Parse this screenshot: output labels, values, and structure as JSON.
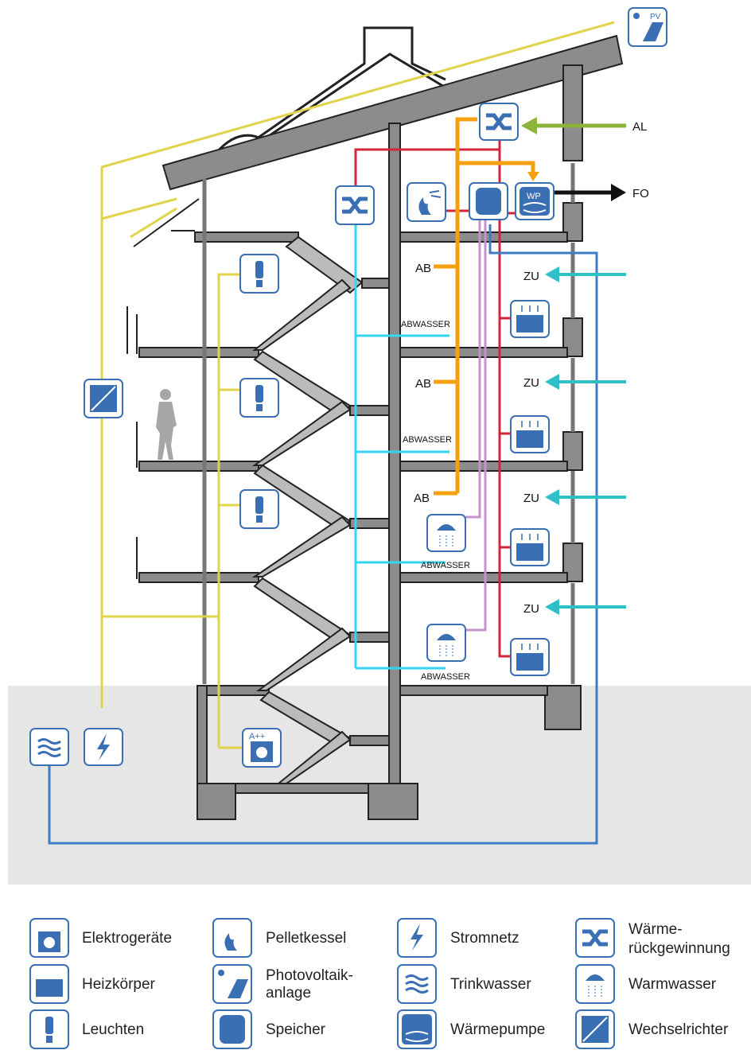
{
  "labels": {
    "al": "AL",
    "fo": "FO",
    "ab": "AB",
    "zu": "ZU",
    "abwasser": "ABWASSER"
  },
  "icons": {
    "pv": "PV",
    "wp": "WP",
    "appliance": "A++"
  },
  "legend": {
    "col1": [
      "Elektrogeräte",
      "Heizkörper",
      "Leuchten"
    ],
    "col2": [
      "Pelletkessel",
      "Photovoltaik-",
      "anlage",
      "Speicher"
    ],
    "col3": [
      "Stromnetz",
      "Trinkwasser",
      "Wärmepumpe"
    ],
    "col4": [
      "Wärme-",
      "rückgewinnung",
      "Warmwasser",
      "Wechselrichter"
    ]
  },
  "colors": {
    "electric": "#e0d44a",
    "hot_water_supply": "#d2243a",
    "exhaust": "#f6a010",
    "supply_air": "#2fbfc6",
    "outside_air": "#8ab43a",
    "drinking_water": "#3f7cc4",
    "warm_water": "#c592cc",
    "wastewater": "#33d6ee",
    "structure": "#8c8c8c",
    "ground": "#e6e6e6",
    "icon_blue": "#3a6fb4"
  }
}
